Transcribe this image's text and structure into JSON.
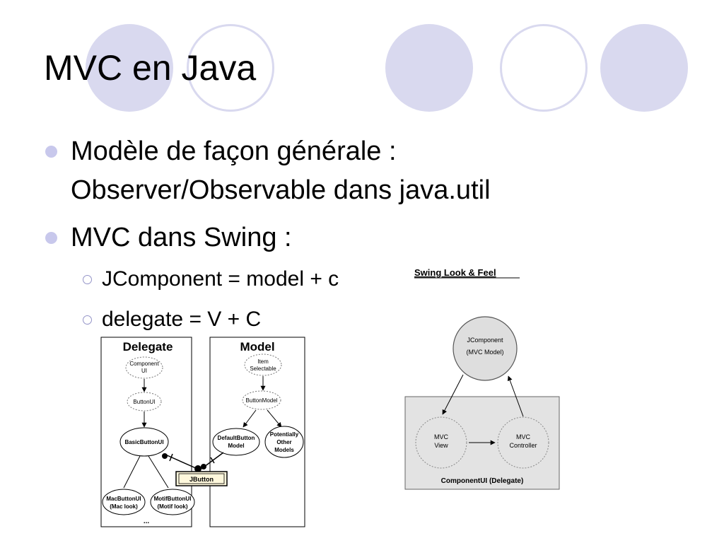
{
  "slide": {
    "title": "MVC en Java",
    "bullets": [
      {
        "line1": "Modèle de façon générale :",
        "line2": "Observer/Observable dans java.util"
      },
      {
        "line1": "MVC dans Swing :"
      }
    ],
    "sub_bullets": [
      "JComponent = model + c",
      "delegate = V + C"
    ]
  },
  "delegate_diagram": {
    "delegate_header": "Delegate",
    "model_header": "Model",
    "component_ui": [
      "Component",
      "UI"
    ],
    "button_ui": "ButtonUI",
    "basic_button_ui": "BasicButtonUI",
    "mac_button_ui": [
      "MacButtonUI",
      "(Mac look)"
    ],
    "motif_button_ui": [
      "MotifButtonUI",
      "(Motif look)"
    ],
    "ellipsis": "...",
    "item_selectable": [
      "Item",
      "Selectable"
    ],
    "button_model": "ButtonModel",
    "default_button_model": [
      "DefaultButton",
      "Model"
    ],
    "other_models": [
      "Potentially",
      "Other",
      "Models"
    ],
    "jbutton": "JButton"
  },
  "laf_diagram": {
    "title": "Swing Look & Feel",
    "jcomponent": "JComponent",
    "jcomponent_sub": "(MVC Model)",
    "mvc_view": [
      "MVC",
      "View"
    ],
    "mvc_controller": [
      "MVC",
      "Controller"
    ],
    "component_ui_label": "ComponentUI  (Delegate)"
  }
}
